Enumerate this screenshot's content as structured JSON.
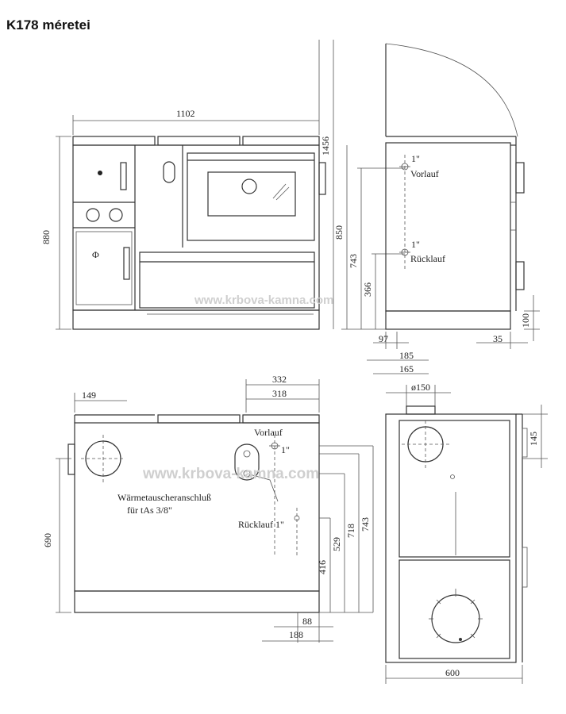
{
  "title": "K178 méretei",
  "dimensions": {
    "front_width": "1102",
    "front_height": "880",
    "total_height": "1456",
    "d850": "850",
    "d743a": "743",
    "d366": "366",
    "side_100": "100",
    "side_97": "97",
    "side_35": "35",
    "d185": "185",
    "d165": "165",
    "d150": "ø150",
    "top_149": "149",
    "top_332": "332",
    "top_318": "318",
    "top_690": "690",
    "top_416": "416",
    "top_529": "529",
    "top_718": "718",
    "top_743": "743",
    "top_88": "88",
    "top_188": "188",
    "top_145": "145",
    "top_600": "600"
  },
  "labels": {
    "vorlauf": "Vorlauf",
    "ruecklauf": "Rücklauf",
    "one_inch": "1\"",
    "vorlauf_top": "Vorlauf",
    "one_inch_top": "1\"",
    "heat_exchanger_1": "Wärmetauscheranschluß",
    "heat_exchanger_2": "für  tAs   3/8\"",
    "ruecklauf_top": "Rücklauf 1\""
  },
  "watermark": {
    "front": "www.krbova-kamna.com",
    "top": "www.krbova-kamna.com"
  }
}
